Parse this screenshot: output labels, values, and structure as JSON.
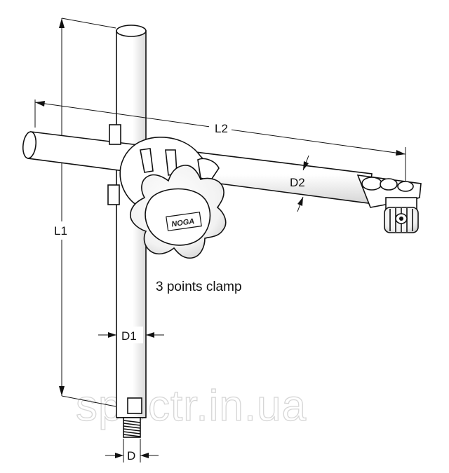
{
  "labels": {
    "l1": "L1",
    "l2": "L2",
    "d1": "D1",
    "d2": "D2",
    "d": "D",
    "clamp_caption": "3 points clamp",
    "brand_logo": "NOGA",
    "watermark": "spectr.in.ua"
  },
  "colors": {
    "line": "#111111",
    "fill": "#ffffff",
    "shade": "#e6e6e6",
    "watermark": "#d6d6d6"
  }
}
